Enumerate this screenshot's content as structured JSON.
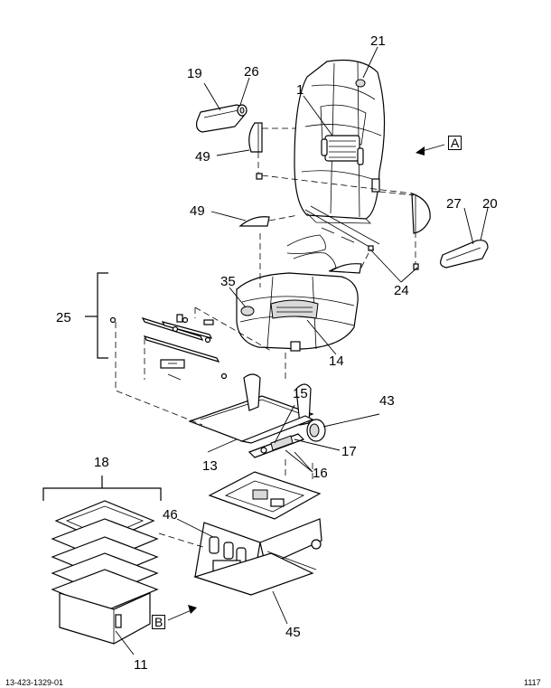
{
  "callouts": {
    "c1": "1",
    "c11": "11",
    "c13": "13",
    "c14": "14",
    "c15": "15",
    "c16": "16",
    "c17": "17",
    "c18": "18",
    "c19": "19",
    "c20": "20",
    "c21": "21",
    "c24": "24",
    "c25": "25",
    "c26": "26",
    "c27": "27",
    "c35": "35",
    "c43": "43",
    "c45": "45",
    "c46": "46",
    "c49a": "49",
    "c49b": "49"
  },
  "views": {
    "a": "A",
    "b": "B"
  },
  "footer": {
    "left": "13-423-1329-01",
    "right": "1117"
  }
}
